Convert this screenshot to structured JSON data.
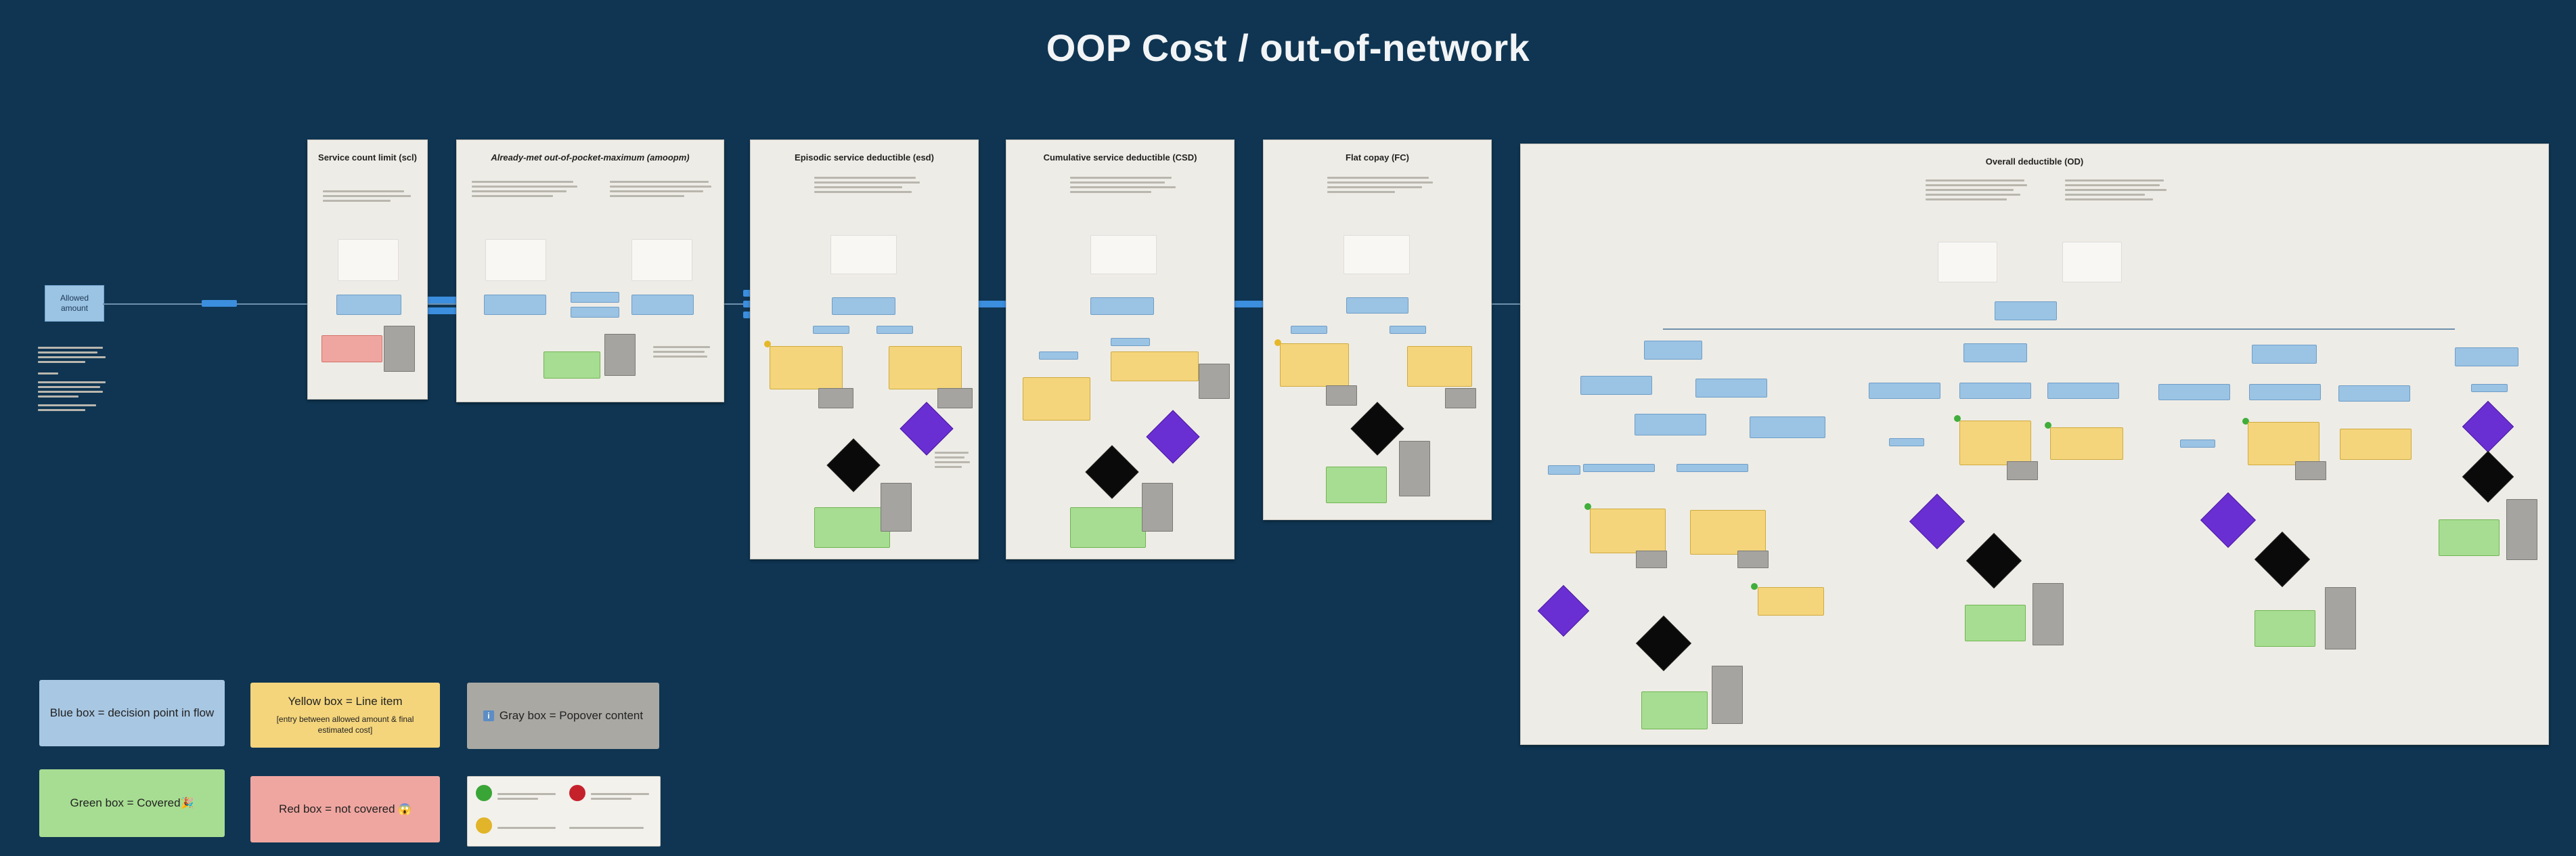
{
  "board": {
    "title": "OOP Cost / out-of-network"
  },
  "start_node": {
    "label": "Allowed\namount"
  },
  "panels": [
    {
      "id": "scl",
      "title": "Service count limit (scl)"
    },
    {
      "id": "amoopm",
      "title": "Already-met out-of-pocket-maximum (amoopm)"
    },
    {
      "id": "esd",
      "title": "Episodic service deductible (esd)"
    },
    {
      "id": "csd",
      "title": "Cumulative service deductible (CSD)"
    },
    {
      "id": "fc",
      "title": "Flat copay (FC)"
    },
    {
      "id": "od",
      "title": "Overall deductible (OD)"
    }
  ],
  "legend": {
    "blue": "Blue box = decision point in flow",
    "yellow": "Yellow box = Line item",
    "yellow_sub": "[entry between allowed amount & final estimated cost]",
    "gray": "Gray box = Popover content",
    "gray_icon": "i",
    "green": "Green box = Covered",
    "green_icon": "🎉",
    "red": "Red box = not covered",
    "red_icon": "😱"
  },
  "colors": {
    "background": "#0f3552",
    "blue": "#9bc3e4",
    "yellow": "#f4d57c",
    "green": "#a7dd92",
    "red": "#f0a6a0",
    "gray": "#a6a4a0",
    "purple": "#6a2fd3",
    "connector": "#3c8ede"
  }
}
